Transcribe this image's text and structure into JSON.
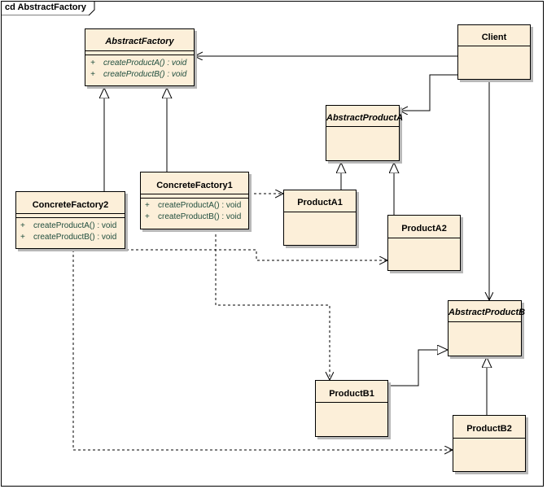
{
  "diagram": {
    "frame_label": "cd AbstractFactory",
    "classes": {
      "abstract_factory": {
        "name": "AbstractFactory",
        "operations": [
          {
            "vis": "+",
            "sig": "createProductA() : void"
          },
          {
            "vis": "+",
            "sig": "createProductB() : void"
          }
        ]
      },
      "concrete_factory1": {
        "name": "ConcreteFactory1",
        "operations": [
          {
            "vis": "+",
            "sig": "createProductA() : void"
          },
          {
            "vis": "+",
            "sig": "createProductB() : void"
          }
        ]
      },
      "concrete_factory2": {
        "name": "ConcreteFactory2",
        "operations": [
          {
            "vis": "+",
            "sig": "createProductA() : void"
          },
          {
            "vis": "+",
            "sig": "createProductB() : void"
          }
        ]
      },
      "client": {
        "name": "Client"
      },
      "abstract_product_a": {
        "name": "AbstractProductA"
      },
      "product_a1": {
        "name": "ProductA1"
      },
      "product_a2": {
        "name": "ProductA2"
      },
      "abstract_product_b": {
        "name": "AbstractProductB"
      },
      "product_b1": {
        "name": "ProductB1"
      },
      "product_b2": {
        "name": "ProductB2"
      }
    }
  }
}
